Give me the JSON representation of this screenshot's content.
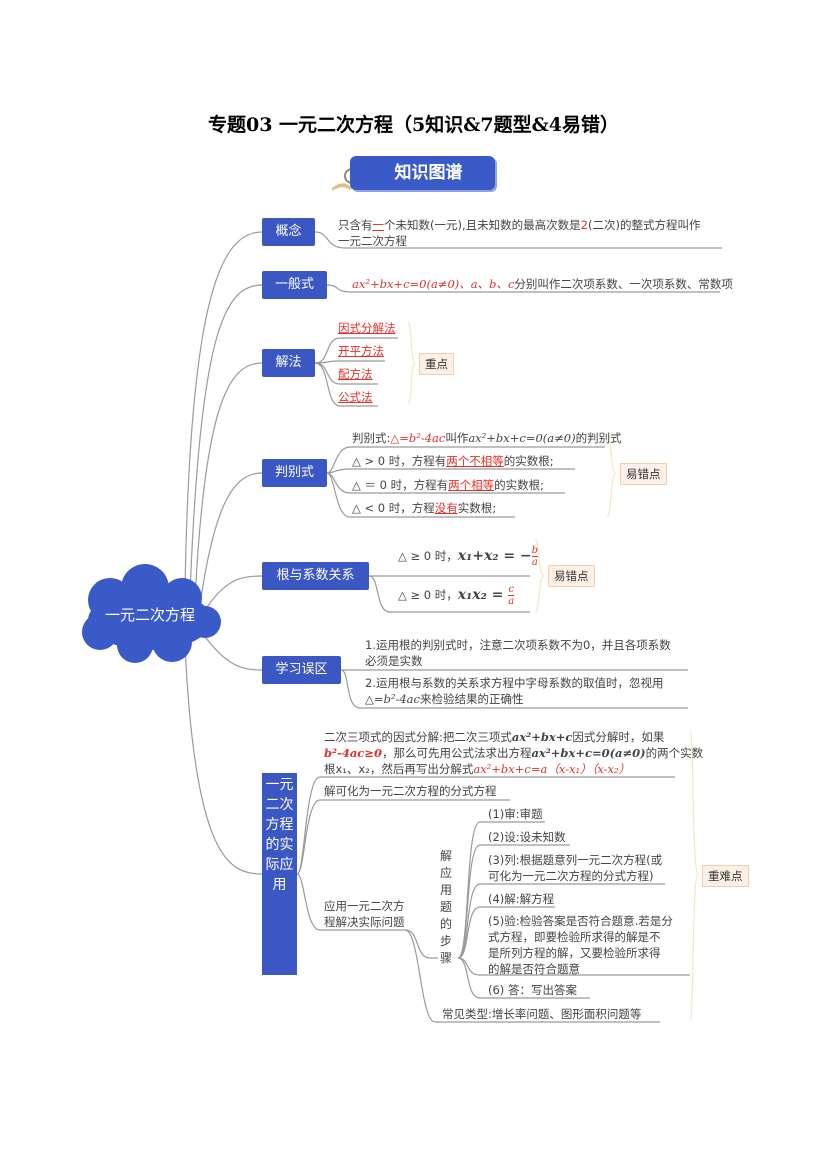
{
  "title": "专题03  一元二次方程（5知识&7题型&4易错）",
  "banner": "知识图谱",
  "center": "一元二次方程",
  "branches": {
    "concept": {
      "label": "概念",
      "text_a": "只含有",
      "text_b": "一",
      "text_c": "个未知数(一元),且未知数的最高次数是",
      "text_d": "2",
      "text_e": "(二次)的整式方程叫作",
      "text_f": "一元二次方程"
    },
    "general": {
      "label": "一般式",
      "formula": "ax²+bx+c=0(a≠0)、a、b、c",
      "text": "分别叫作二次项系数、一次项系数、常数项"
    },
    "methods": {
      "label": "解法",
      "items": [
        "因式分解法",
        "开平方法",
        "配方法",
        "公式法"
      ],
      "tag": "重点"
    },
    "discriminant": {
      "label": "判别式",
      "line1_a": "判别式:",
      "line1_b": "△=b²-4ac",
      "line1_c": "叫作",
      "line1_d": "ax²+bx+c=0(a≠0)",
      "line1_e": "的判别式",
      "line2_a": "△ > 0 时，方程有",
      "line2_b": "两个不相等",
      "line2_c": "的实数根;",
      "line3_a": "△ ＝ 0 时，方程有",
      "line3_b": "两个相等",
      "line3_c": "的实数根;",
      "line4_a": "△ < 0 时，方程",
      "line4_b": "没有",
      "line4_c": "实数根;",
      "tag": "易错点"
    },
    "vieta": {
      "label": "根与系数关系",
      "cond": "△ ≥ 0 时，",
      "sum_lhs": "x₁+x₂ = −",
      "sum_num": "b",
      "sum_den": "a",
      "prod_lhs": "x₁x₂ = ",
      "prod_num": "c",
      "prod_den": "a",
      "tag": "易错点"
    },
    "mistakes": {
      "label": "学习误区",
      "item1_a": "1.运用根的判别式时，注意二次项系数不为0，并且各项系数",
      "item1_b": "必须是实数",
      "item2_a": "2.运用根与系数的关系求方程中字母系数的取值时，忽视用",
      "item2_b": "△=b²-4ac",
      "item2_c": "来检验结果的正确性"
    },
    "application": {
      "label": "一元二次方程的实际应用",
      "factor_a": "二次三项式的因式分解:把二次三项式",
      "factor_b": "ax²+bx+c",
      "factor_c": "因式分解时，如果",
      "factor_d": "b²-4ac≥0",
      "factor_e": "，那么可先用公式法求出方程",
      "factor_f": "ax²+bx+c=0(a≠0)",
      "factor_g": "的两个实数",
      "factor_h": "根x₁、x₂，然后再写出分解式",
      "factor_i": "ax²+bx+c=a（x-x₁）（x-x₂）",
      "fractional": "解可化为一元二次方程的分式方程",
      "apply_a": "应用一元二次方",
      "apply_b": "程解决实际问题",
      "steps_label": "解应用题的步骤",
      "steps": [
        "(1)审:审题",
        "(2)设:设未知数",
        "(3)列:根据题意列一元二次方程(或",
        "可化为一元二次方程的分式方程)",
        "(4)解:解方程",
        "(5)验:检验答案是否符合题意.若是分",
        "式方程，即要检验所求得的解是不",
        "是所列方程的解，又要检验所求得",
        "的解是否符合题意",
        "(6) 答：写出答案"
      ],
      "common": "常见类型:增长率问题、图形面积问题等",
      "tag": "重难点"
    }
  }
}
